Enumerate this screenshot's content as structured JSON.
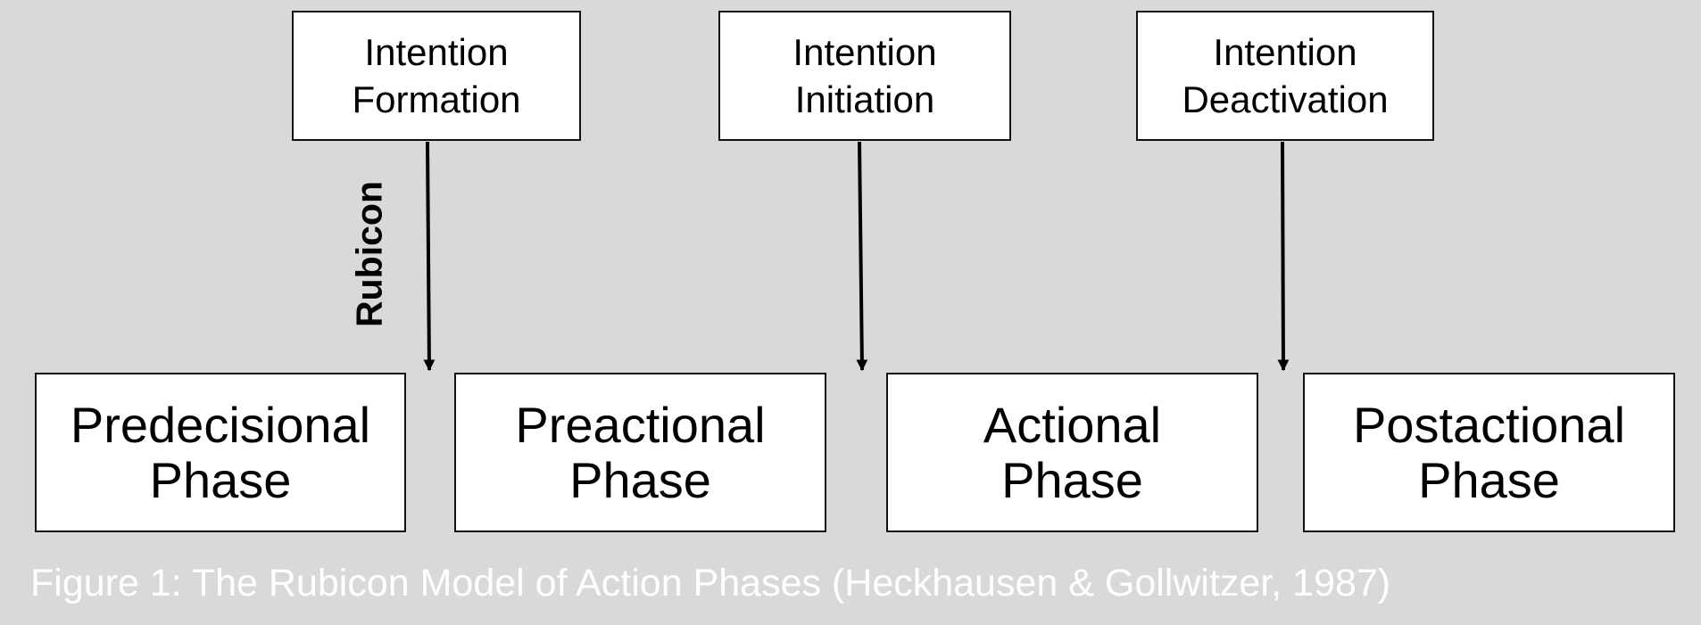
{
  "events": [
    {
      "label": "Intention\nFormation"
    },
    {
      "label": "Intention\nInitiation"
    },
    {
      "label": "Intention\nDeactivation"
    }
  ],
  "phases": [
    {
      "label": "Predecisional\nPhase"
    },
    {
      "label": "Preactional\nPhase"
    },
    {
      "label": "Actional\nPhase"
    },
    {
      "label": "Postactional\nPhase"
    }
  ],
  "rubicon_label": "Rubicon",
  "caption": "Figure 1: The Rubicon Model of Action Phases (Heckhausen & Gollwitzer, 1987)",
  "colors": {
    "background": "#d9d9d9",
    "box_fill": "#ffffff",
    "stroke": "#000000",
    "caption_text": "#ffffff"
  }
}
